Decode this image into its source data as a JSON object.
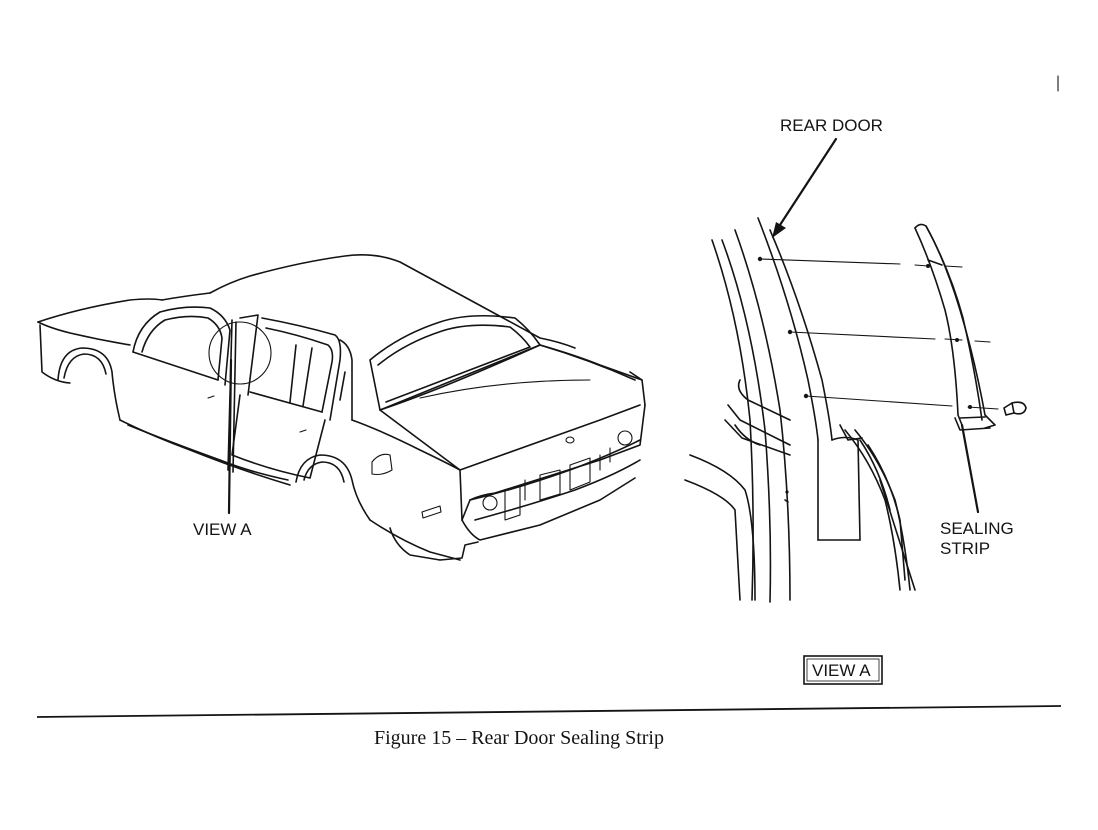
{
  "labels": {
    "rear_door": "REAR DOOR",
    "sealing_strip_line1": "SEALING",
    "sealing_strip_line2": "STRIP",
    "view_a_car": "VIEW A",
    "view_a_box": "VIEW A"
  },
  "caption": "Figure 15 – Rear Door Sealing Strip",
  "icons": [
    "car-body-drawing",
    "door-frame-drawing",
    "sealing-strip-drawing",
    "retainer-clip-icon"
  ]
}
